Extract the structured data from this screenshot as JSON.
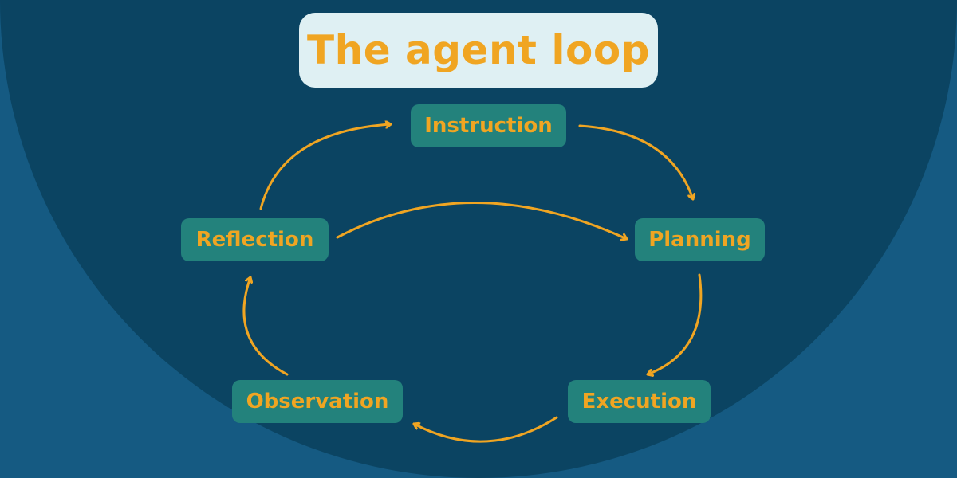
{
  "title": "The agent loop",
  "colors": {
    "outer_background": "#155a82",
    "inner_background": "#0b4462",
    "title_box": "#dff0f3",
    "node_fill": "#23827c",
    "accent": "#f0a522"
  },
  "nodes": {
    "instruction": "Instruction",
    "planning": "Planning",
    "execution": "Execution",
    "observation": "Observation",
    "reflection": "Reflection"
  },
  "edges": [
    {
      "from": "Instruction",
      "to": "Planning"
    },
    {
      "from": "Planning",
      "to": "Execution"
    },
    {
      "from": "Execution",
      "to": "Observation"
    },
    {
      "from": "Observation",
      "to": "Reflection"
    },
    {
      "from": "Reflection",
      "to": "Instruction"
    },
    {
      "from": "Reflection",
      "to": "Planning"
    }
  ]
}
